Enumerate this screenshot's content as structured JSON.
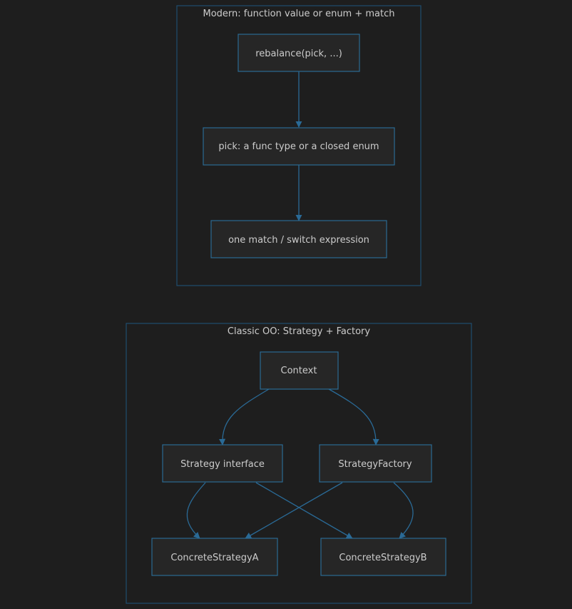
{
  "diagram": {
    "clusters": [
      {
        "id": "modern",
        "title": "Modern: function value or enum + match",
        "nodes": [
          {
            "id": "rebalance",
            "label": "rebalance(pick, ...)"
          },
          {
            "id": "pick",
            "label": "pick: a func type or a closed enum"
          },
          {
            "id": "match",
            "label": "one match / switch expression"
          }
        ]
      },
      {
        "id": "classic",
        "title": "Classic OO: Strategy + Factory",
        "nodes": [
          {
            "id": "context",
            "label": "Context"
          },
          {
            "id": "strategy",
            "label": "Strategy interface"
          },
          {
            "id": "factory",
            "label": "StrategyFactory"
          },
          {
            "id": "concreteA",
            "label": "ConcreteStrategyA"
          },
          {
            "id": "concreteB",
            "label": "ConcreteStrategyB"
          }
        ]
      }
    ],
    "edges": [
      {
        "from": "rebalance",
        "to": "pick"
      },
      {
        "from": "pick",
        "to": "match"
      },
      {
        "from": "context",
        "to": "strategy"
      },
      {
        "from": "context",
        "to": "factory"
      },
      {
        "from": "strategy",
        "to": "concreteA"
      },
      {
        "from": "strategy",
        "to": "concreteB"
      },
      {
        "from": "factory",
        "to": "concreteA"
      },
      {
        "from": "factory",
        "to": "concreteB"
      }
    ],
    "colors": {
      "background": "#1e1e1e",
      "cluster_border": "#1f4e6e",
      "node_fill": "#262626",
      "node_border": "#2b6a92",
      "edge": "#2a6a96",
      "text": "#cccccc"
    }
  }
}
